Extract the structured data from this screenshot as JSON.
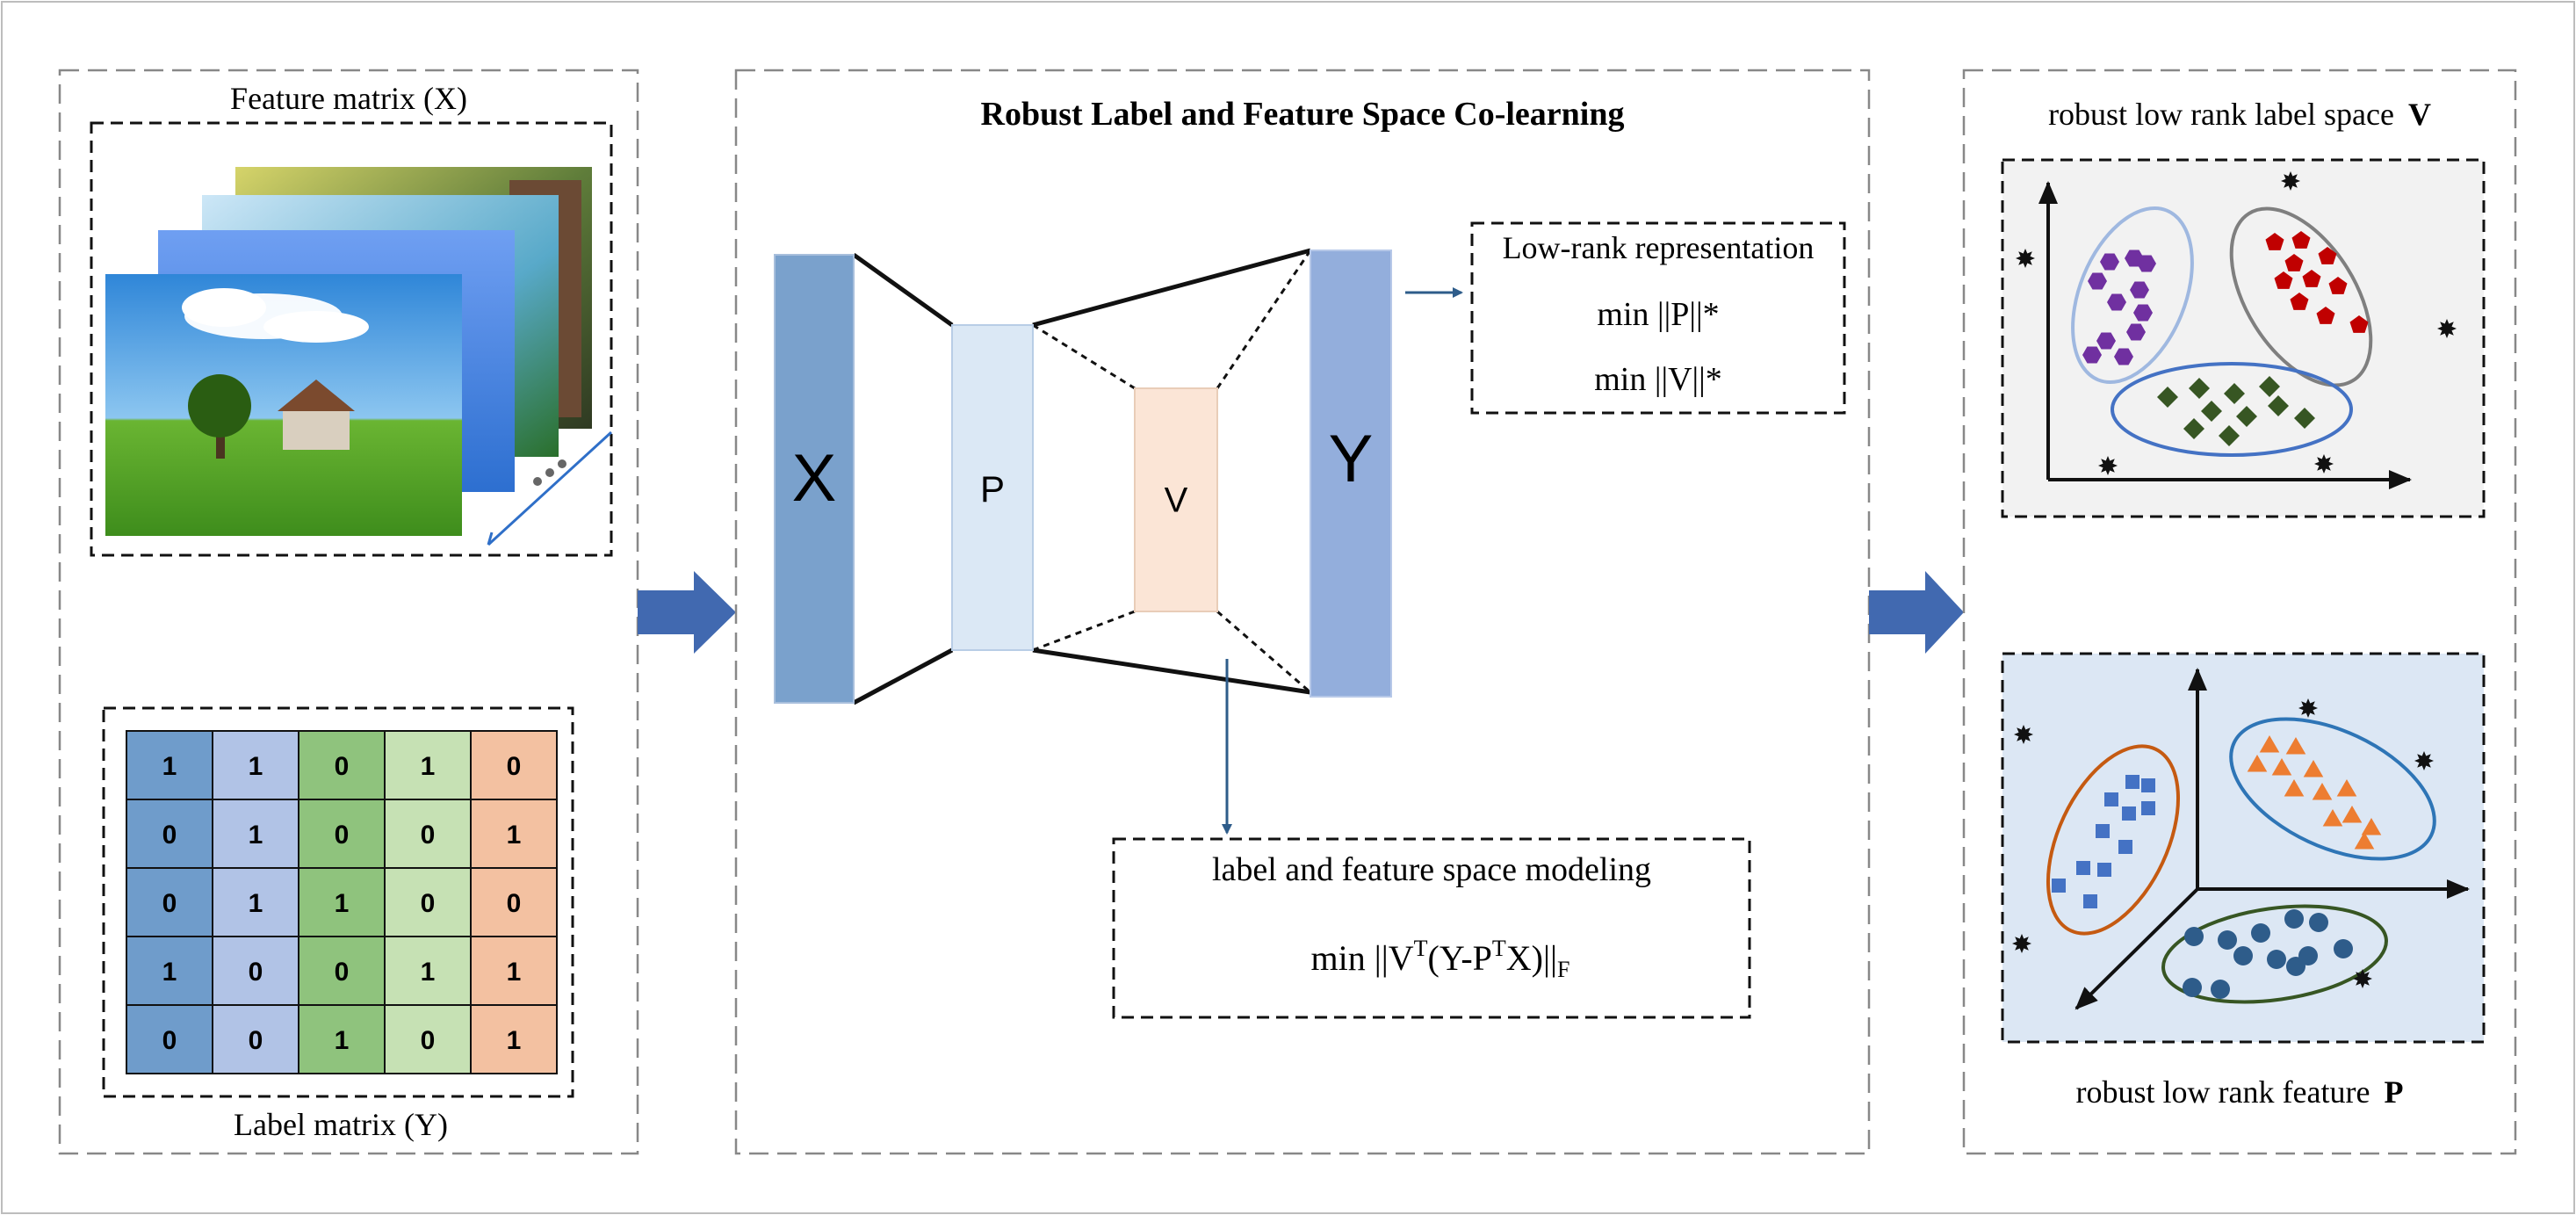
{
  "left_panel": {
    "feature_title": "Feature matrix (X)",
    "label_title": "Label matrix  (Y)",
    "label_matrix": [
      [
        "1",
        "1",
        "0",
        "1",
        "0"
      ],
      [
        "0",
        "1",
        "0",
        "0",
        "1"
      ],
      [
        "0",
        "1",
        "1",
        "0",
        "0"
      ],
      [
        "1",
        "0",
        "0",
        "1",
        "1"
      ],
      [
        "0",
        "0",
        "1",
        "0",
        "1"
      ]
    ],
    "column_colors": [
      "#6f9ccb",
      "#b1c3e6",
      "#8fc37d",
      "#c6e1b4",
      "#f3c1a1"
    ]
  },
  "center_panel": {
    "title": "Robust Label and Feature Space Co-learning",
    "layer_x": "X",
    "layer_p": "P",
    "layer_v": "V",
    "layer_y": "Y",
    "lowrank_box": {
      "title": "Low-rank representation",
      "eq1": "min ||P||*",
      "eq2": "min ||V||*"
    },
    "modeling_box": {
      "title": "label and feature space modeling",
      "eq_prefix": "min ||V",
      "eq_sup1": "T",
      "eq_mid": "(Y-P",
      "eq_sup2": "T",
      "eq_end": "X)||",
      "eq_sub": "F"
    }
  },
  "right_panel": {
    "top_title": "robust low rank label space",
    "top_title_bold": "V",
    "bottom_title": "robust low rank feature",
    "bottom_title_bold": "P"
  },
  "colors": {
    "dash_border": "#888888",
    "arrow_fill": "#4169b0",
    "layer_x": "#7aa1cc",
    "layer_p": "#dbe8f5",
    "layer_v": "#fbe5d6",
    "layer_y": "#93aedc",
    "top_scatter_bg": "#f2f2f2",
    "bottom_scatter_bg": "#dce7f4",
    "purple": "#7030a0",
    "red": "#c00000",
    "green": "#375623",
    "blue_sq": "#4472c4",
    "orange": "#ed7d31",
    "teal": "#2e5c8a"
  }
}
